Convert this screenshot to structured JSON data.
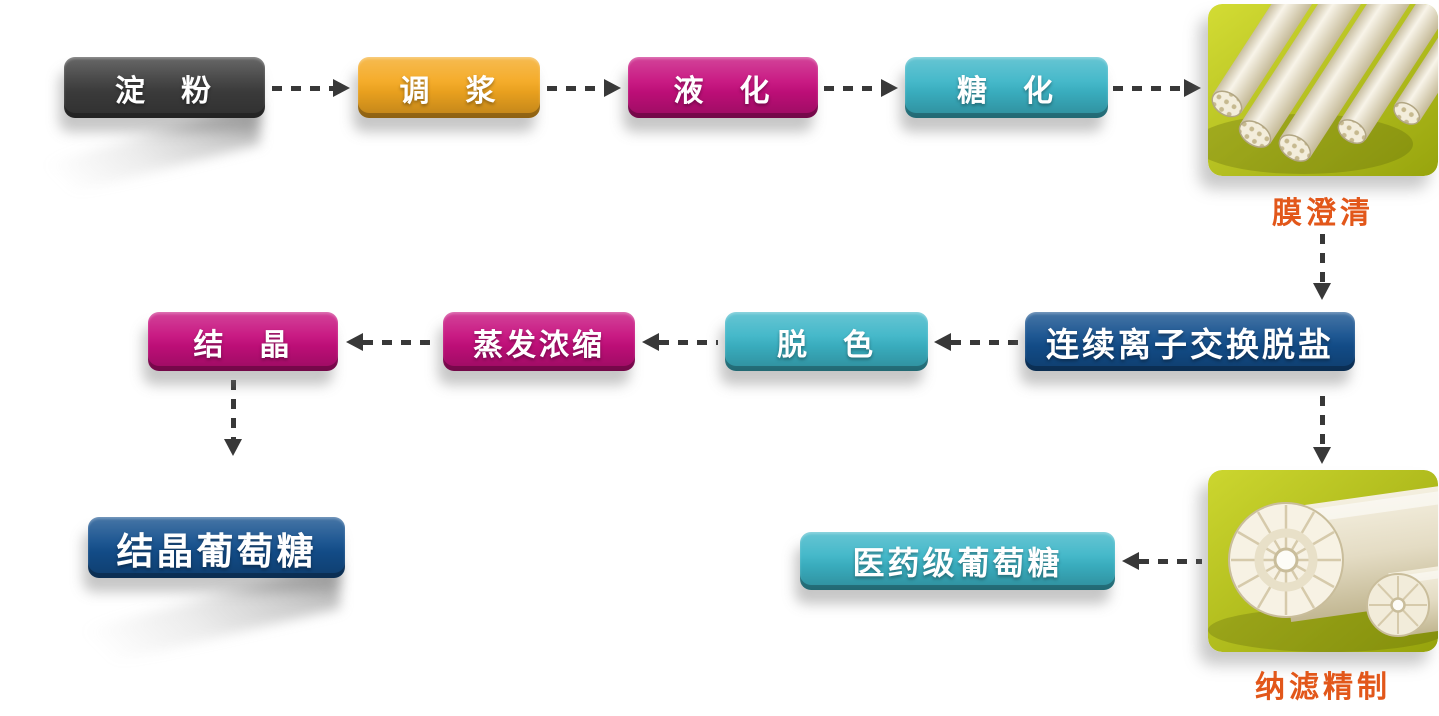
{
  "diagram": {
    "type": "process-flowchart",
    "arrow_color": "#383838",
    "photo_background": "#b7c21d",
    "nodes": {
      "starch": {
        "label": "淀　粉",
        "color": "#3d3d3d"
      },
      "slurry": {
        "label": "调　浆",
        "color": "#f4a820"
      },
      "liquefaction": {
        "label": "液　化",
        "color": "#c60f7d"
      },
      "saccharification": {
        "label": "糖　化",
        "color": "#3cb5c7"
      },
      "ion_exchange": {
        "label": "连续离子交换脱盐",
        "color": "#134f8d"
      },
      "decolorization": {
        "label": "脱　色",
        "color": "#3cb5c7"
      },
      "evaporation": {
        "label": "蒸发浓缩",
        "color": "#c60f7d"
      },
      "crystallization": {
        "label": "结　晶",
        "color": "#c60f7d"
      },
      "crystalline_glucose": {
        "label": "结晶葡萄糖",
        "color": "#134f8d"
      },
      "pharma_glucose": {
        "label": "医药级葡萄糖",
        "color": "#3cb5c7"
      }
    },
    "captions": {
      "membrane_clarification": {
        "text": "膜澄清",
        "color": "#e2571a"
      },
      "nanofiltration": {
        "text": "纳滤精制",
        "color": "#e2571a"
      }
    },
    "images": {
      "ceramic_membrane": "ceramic-membrane-tubes-photo",
      "spiral_membrane": "spiral-wound-membrane-modules-photo"
    }
  }
}
